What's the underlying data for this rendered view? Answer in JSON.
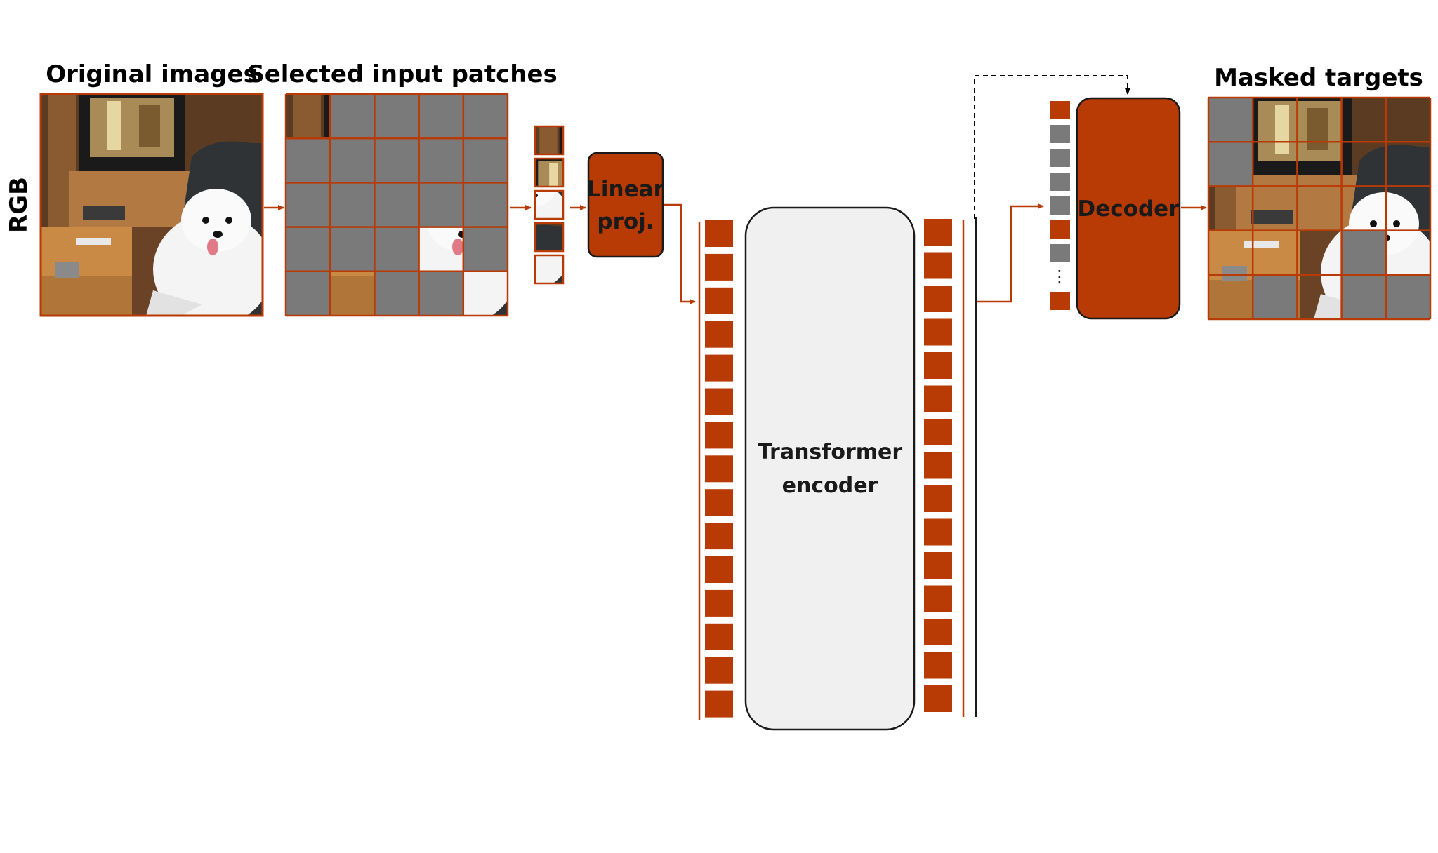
{
  "colors": {
    "accent": "#b83a05",
    "accent_stroke": "#9a2f02",
    "gray_patch": "#7a7a7a",
    "encoder_fill": "#f0f0f0",
    "text": "#000000"
  },
  "labels": {
    "row_label": "RGB",
    "original": "Original images",
    "selected": "Selected input patches",
    "masked": "Masked targets",
    "linear_line1": "Linear",
    "linear_line2": "proj.",
    "encoder_line1": "Transformer",
    "encoder_line2": "encoder",
    "decoder": "Decoder",
    "dots": "⋮"
  },
  "grids": {
    "selected_visible": [
      0,
      18,
      21,
      24
    ],
    "masked_gray": [
      0,
      5,
      18,
      21,
      23,
      24
    ]
  },
  "tokens": {
    "decoder_input_colors": [
      "accent",
      "gray",
      "gray",
      "gray",
      "gray",
      "accent",
      "gray",
      "gap",
      "accent"
    ]
  },
  "icons": {
    "arrow": "arrow-right-icon",
    "dashed": "dashed-arrow-icon"
  }
}
